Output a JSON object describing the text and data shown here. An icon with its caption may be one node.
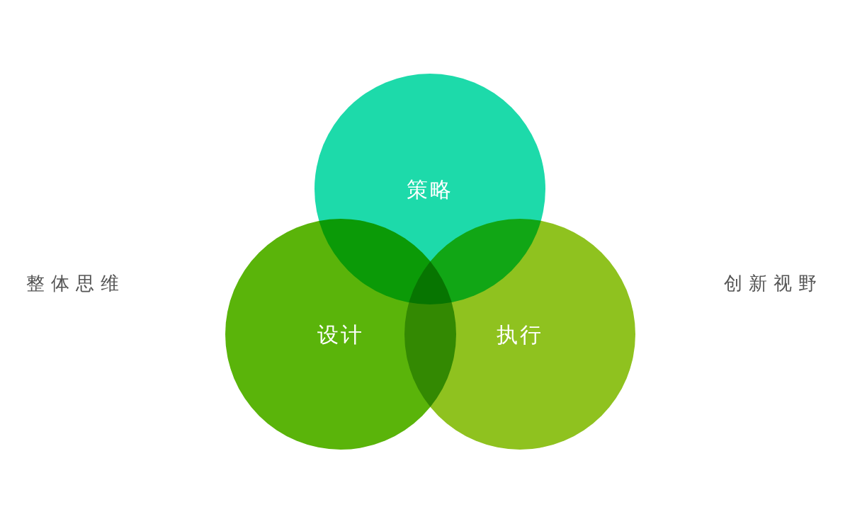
{
  "diagram": {
    "nodes": [
      {
        "text": [
          "策略"
        ]
      },
      {
        "text": [
          "设计"
        ]
      },
      {
        "text": [
          "执行"
        ]
      }
    ],
    "labels": [
      "整体思维",
      "创新视野"
    ]
  }
}
